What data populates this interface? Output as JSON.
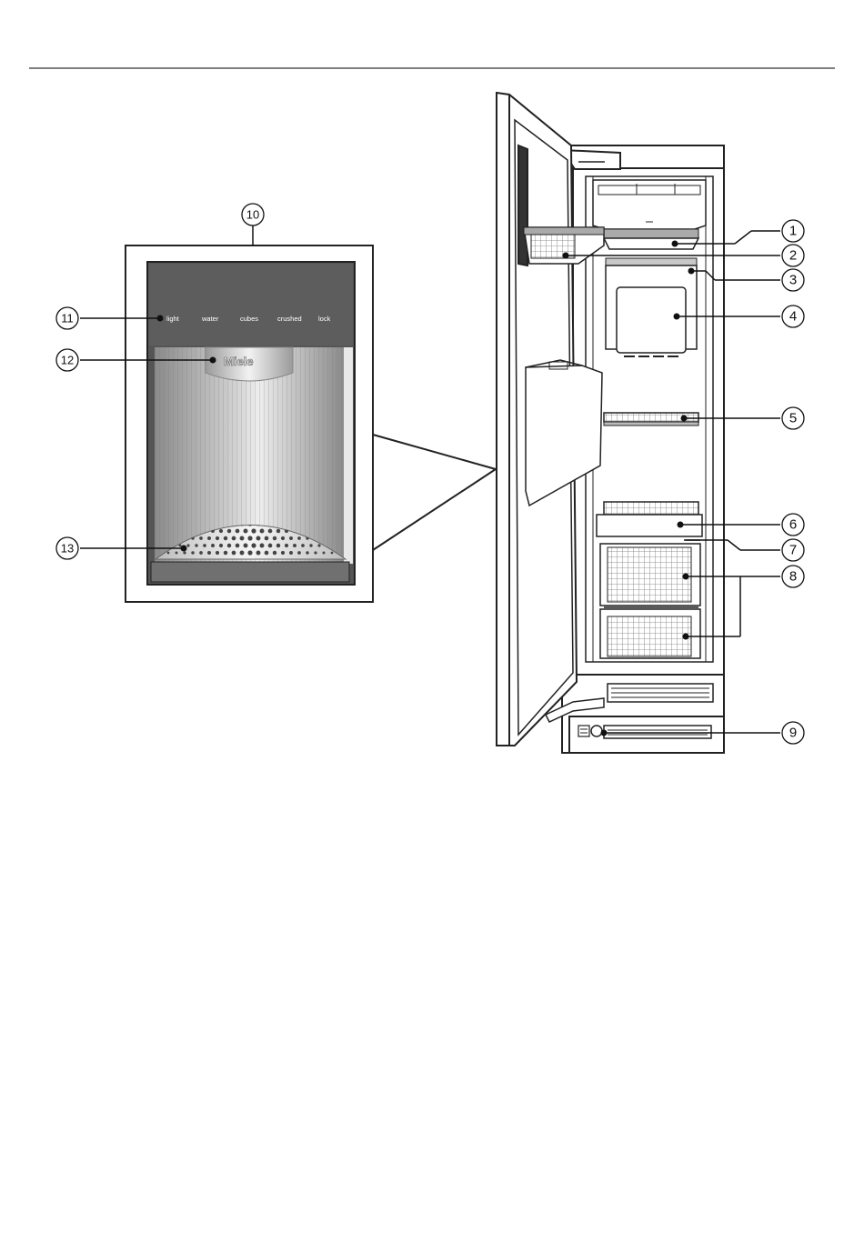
{
  "callouts": [
    "1",
    "2",
    "3",
    "4",
    "5",
    "6",
    "7",
    "8",
    "9",
    "10",
    "11",
    "12",
    "13"
  ],
  "panel_buttons": [
    "light",
    "water",
    "cubes",
    "crushed",
    "lock"
  ],
  "brand": "Miele"
}
